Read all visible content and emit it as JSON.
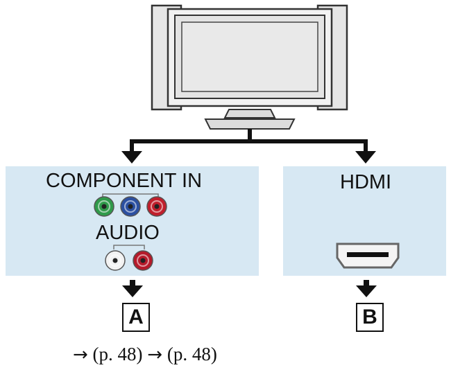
{
  "left_panel": {
    "component_label": "COMPONENT IN",
    "audio_label": "AUDIO",
    "component_jack_colors": [
      "#2f9a4a",
      "#2b4fa0",
      "#c01f2c"
    ],
    "audio_jack_colors": [
      "#f2f2f2",
      "#b51a2a"
    ],
    "box_label": "A"
  },
  "right_panel": {
    "hdmi_label": "HDMI",
    "box_label": "B"
  },
  "references": {
    "arrow": "→",
    "ref_1": "(p. 48)",
    "ref_2": "(p. 48)"
  },
  "colors": {
    "panel_bg": "#d7e8f3",
    "line": "#111111"
  }
}
